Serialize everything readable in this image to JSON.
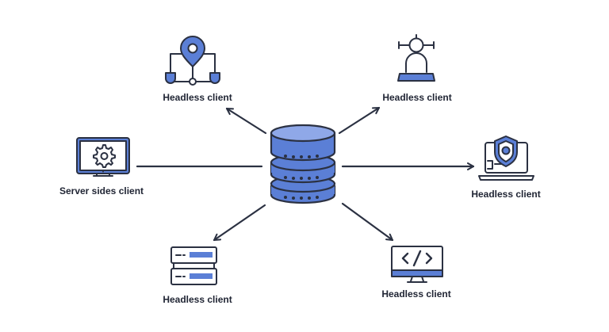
{
  "colors": {
    "stroke": "#2b3142",
    "accent": "#5b7fd6",
    "accent_light": "#8fa8e8",
    "accent_dark": "#3f5fb5",
    "background": "#ffffff"
  },
  "hub": {
    "icon": "database-icon"
  },
  "nodes": [
    {
      "label": "Headless client",
      "icon": "network-pin-icon"
    },
    {
      "label": "Headless client",
      "icon": "user-network-icon"
    },
    {
      "label": "Server sides client",
      "icon": "monitor-gear-icon"
    },
    {
      "label": "Headless client",
      "icon": "laptop-shield-icon"
    },
    {
      "label": "Headless client",
      "icon": "server-rack-icon"
    },
    {
      "label": "Headless client",
      "icon": "monitor-code-icon"
    }
  ]
}
